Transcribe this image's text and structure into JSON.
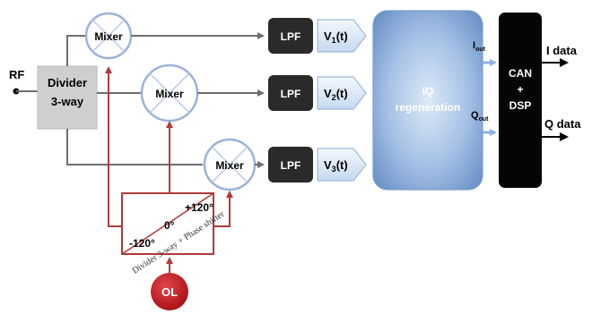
{
  "rf": {
    "label": "RF"
  },
  "divider": {
    "line1": "Divider",
    "line2": "3-way"
  },
  "mixers": [
    {
      "label": "Mixer"
    },
    {
      "label": "Mixer"
    },
    {
      "label": "Mixer"
    }
  ],
  "lpfs": [
    {
      "label": "LPF"
    },
    {
      "label": "LPF"
    },
    {
      "label": "LPF"
    }
  ],
  "voltages": [
    {
      "base": "V",
      "sub": "1",
      "suffix": "(t)"
    },
    {
      "base": "V",
      "sub": "2",
      "suffix": "(t)"
    },
    {
      "base": "V",
      "sub": "3",
      "suffix": "(t)"
    }
  ],
  "iq": {
    "line1": "IQ",
    "line2": "regeneration"
  },
  "outputs": {
    "i": {
      "base": "I",
      "sub": "out"
    },
    "q": {
      "base": "Q",
      "sub": "out"
    }
  },
  "can": {
    "line1": "CAN",
    "line2": "+",
    "line3": "DSP"
  },
  "data_labels": {
    "i": "I data",
    "q": "Q data"
  },
  "phase_shifter": {
    "p120": "+120°",
    "p0": "0°",
    "m120": "-120°",
    "caption": "Divider 3-way + Phase shifter"
  },
  "ol": {
    "label": "OL"
  },
  "colors": {
    "wire": "#6e6e6e",
    "lo_wire": "#b03a3a",
    "block_dark": "#2a2a2a",
    "can_black": "#050505",
    "divider_gray": "#cfcfcf",
    "mixer_edge": "#8fa8d6",
    "iq_blue": "#8fb2dd",
    "ol_red": "#c0171d",
    "arrow_blue": "#a9c6e6"
  }
}
